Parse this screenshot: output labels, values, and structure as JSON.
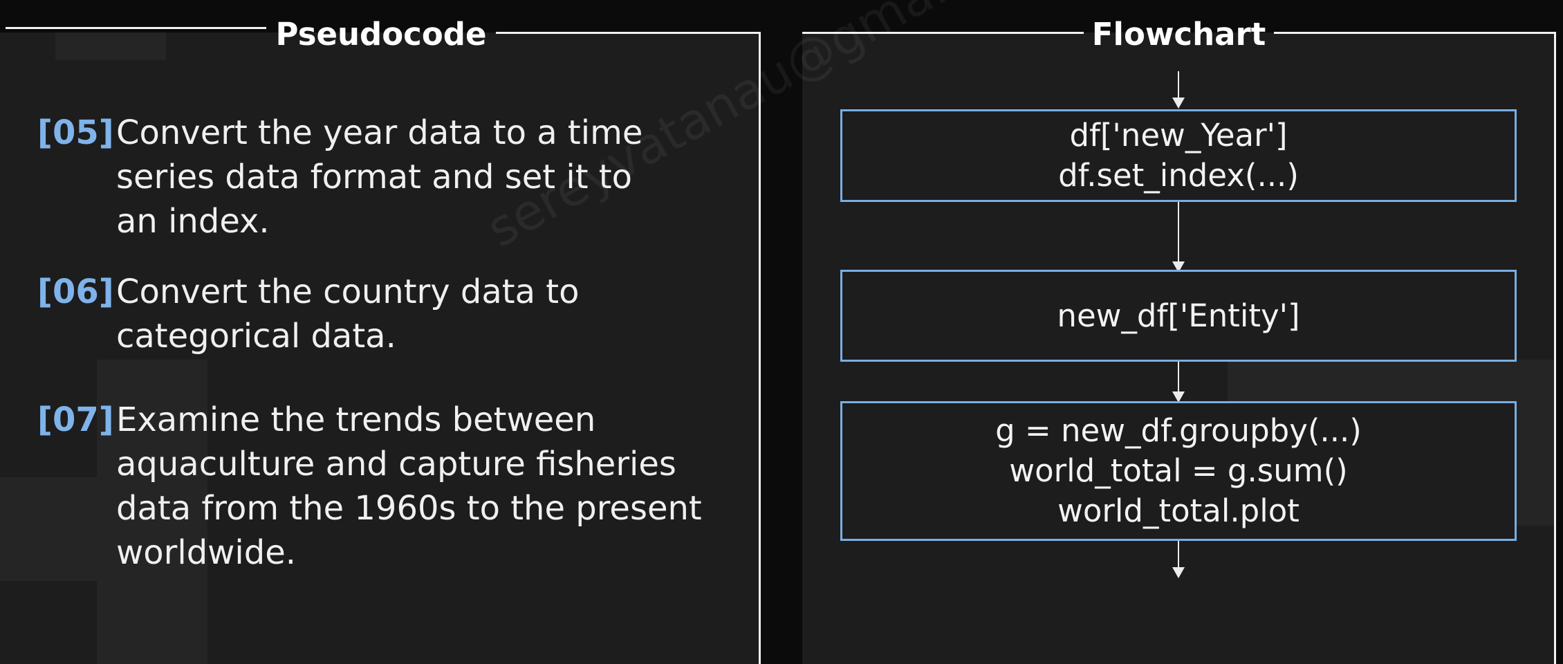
{
  "pseudocode": {
    "title": "Pseudocode",
    "steps": [
      {
        "number": "[05]",
        "text": "Convert the year data to a time series data format and set it to an index."
      },
      {
        "number": "[06]",
        "text": "Convert the country data to categorical data."
      },
      {
        "number": "[07]",
        "text": "Examine the trends between aquaculture and capture fisheries data from the 1960s to the present worldwide."
      }
    ]
  },
  "flowchart": {
    "title": "Flowchart",
    "boxes": [
      {
        "lines": [
          "df['new_Year']",
          "df.set_index(...)"
        ]
      },
      {
        "lines": [
          "new_df['Entity']"
        ]
      },
      {
        "lines": [
          "g = new_df.groupby(...)",
          "world_total = g.sum()",
          "world_total.plot"
        ]
      }
    ]
  },
  "watermark": "sereyvatanau@gmail.com",
  "colors": {
    "accent_blue": "#7fb3ea",
    "box_border": "#7aaee4",
    "panel_background": "#1d1d1e",
    "page_background": "#0b0b0c"
  }
}
